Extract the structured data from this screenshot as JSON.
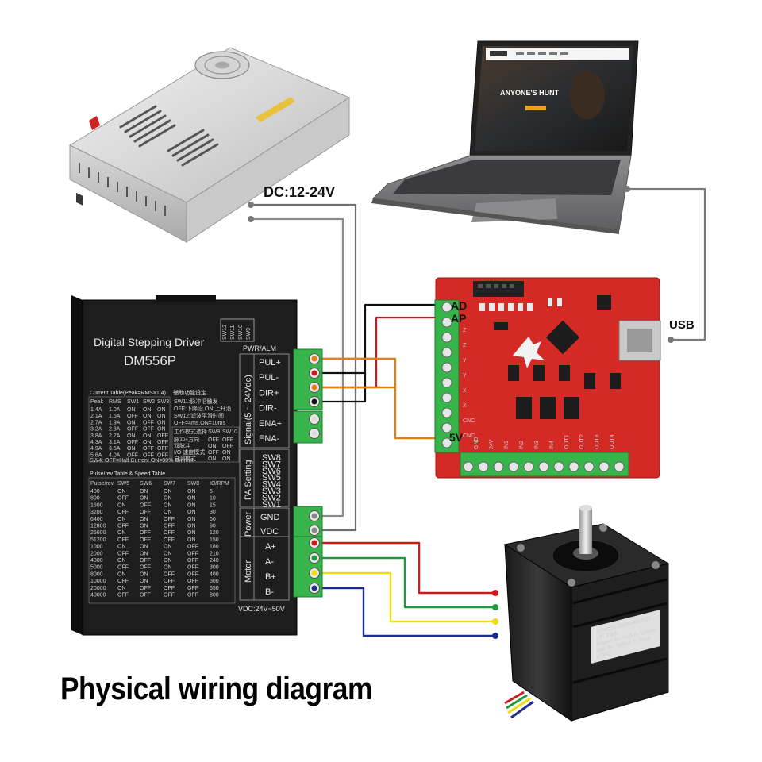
{
  "labels": {
    "dc_supply": "DC:12-24V",
    "usb": "USB",
    "title": "Physical wiring diagram",
    "ad": "AD",
    "ap": "AP",
    "fivev": "5V"
  },
  "driver": {
    "name": "Digital Stepping Driver",
    "model": "DM556P",
    "pwr_alm": "PWR/ALM",
    "signal_group": "Signal(5 ~ 24Vdc)",
    "signal_pins": [
      "PUL+",
      "PUL-",
      "DIR+",
      "DIR-",
      "ENA+",
      "ENA-"
    ],
    "pa_group": "PA Setting",
    "pa_switches": [
      "SW8",
      "SW7",
      "SW6",
      "SW5",
      "SW4",
      "SW3",
      "SW2",
      "SW1"
    ],
    "power_group": "Power",
    "power_pins": [
      "GND",
      "VDC"
    ],
    "motor_group": "Motor",
    "motor_pins": [
      "A+",
      "A-",
      "B+",
      "B-"
    ],
    "vdc_range": "VDC:24V~50V",
    "top_switches": [
      "SW12",
      "SW11",
      "SW10",
      "SW9"
    ],
    "current_table_title": "Current Table(Peak=RMS×1.4)",
    "current_table_headers": [
      "Peak",
      "RMS",
      "SW1",
      "SW2",
      "SW3"
    ],
    "current_table_rows": [
      [
        "1.4A",
        "1.0A",
        "ON",
        "ON",
        "ON"
      ],
      [
        "2.1A",
        "1.5A",
        "OFF",
        "ON",
        "ON"
      ],
      [
        "2.7A",
        "1.9A",
        "ON",
        "OFF",
        "ON"
      ],
      [
        "3.2A",
        "2.3A",
        "OFF",
        "OFF",
        "ON"
      ],
      [
        "3.8A",
        "2.7A",
        "ON",
        "ON",
        "OFF"
      ],
      [
        "4.3A",
        "3.1A",
        "OFF",
        "ON",
        "OFF"
      ],
      [
        "4.9A",
        "3.5A",
        "ON",
        "OFF",
        "OFF"
      ],
      [
        "5.6A",
        "4.0A",
        "OFF",
        "OFF",
        "OFF"
      ]
    ],
    "current_note": "SW4: OFF=Half Current      ON=90% Current",
    "aux_title": "辅助功能设定",
    "aux_lines": [
      "SW11:脉冲沿触发",
      "OFF:下降沿,ON:上升沿",
      "SW12:滤波平滑时间",
      "OFF=4ms,ON=10ms"
    ],
    "mode_headers": [
      "工作模式选择",
      "SW9",
      "SW10"
    ],
    "mode_rows": [
      [
        "脉冲+方向",
        "OFF",
        "OFF"
      ],
      [
        "双脉冲",
        "ON",
        "OFF"
      ],
      [
        "I/O 速度模式",
        "OFF",
        "ON"
      ],
      [
        "自测模式",
        "ON",
        "ON"
      ]
    ],
    "pulse_table_title": "Pulse/rev Table & Speed Table",
    "pulse_table_headers": [
      "Pulse/rev",
      "SW5",
      "SW6",
      "SW7",
      "SW8",
      "IO/RPM"
    ],
    "pulse_table_rows": [
      [
        "400",
        "ON",
        "ON",
        "ON",
        "ON",
        "5"
      ],
      [
        "800",
        "OFF",
        "ON",
        "ON",
        "ON",
        "10"
      ],
      [
        "1600",
        "ON",
        "OFF",
        "ON",
        "ON",
        "15"
      ],
      [
        "3200",
        "OFF",
        "OFF",
        "ON",
        "ON",
        "30"
      ],
      [
        "6400",
        "ON",
        "ON",
        "OFF",
        "ON",
        "60"
      ],
      [
        "12800",
        "OFF",
        "ON",
        "OFF",
        "ON",
        "90"
      ],
      [
        "25600",
        "ON",
        "OFF",
        "OFF",
        "ON",
        "120"
      ],
      [
        "51200",
        "OFF",
        "OFF",
        "OFF",
        "ON",
        "150"
      ],
      [
        "1000",
        "ON",
        "ON",
        "ON",
        "OFF",
        "180"
      ],
      [
        "2000",
        "OFF",
        "ON",
        "ON",
        "OFF",
        "210"
      ],
      [
        "4000",
        "ON",
        "OFF",
        "ON",
        "OFF",
        "240"
      ],
      [
        "5000",
        "OFF",
        "OFF",
        "ON",
        "OFF",
        "300"
      ],
      [
        "8000",
        "ON",
        "ON",
        "OFF",
        "OFF",
        "400"
      ],
      [
        "10000",
        "OFF",
        "ON",
        "OFF",
        "OFF",
        "500"
      ],
      [
        "20000",
        "ON",
        "OFF",
        "OFF",
        "OFF",
        "650"
      ],
      [
        "40000",
        "OFF",
        "OFF",
        "OFF",
        "OFF",
        "800"
      ]
    ]
  },
  "board": {
    "bottom_pins": [
      "GND",
      "24V",
      "IN1",
      "IN2",
      "IN3",
      "IN4",
      "OUT1",
      "OUT2",
      "OUT3",
      "OUT4"
    ],
    "left_pins": [
      "Z",
      "Z",
      "Y",
      "Y",
      "X",
      "X",
      "CNC",
      "CNC"
    ]
  },
  "laptop": {
    "headline": "ANYONE'S HUNT"
  },
  "motor": {
    "label_lines": [
      "57HS56-2804A08-D25",
      "LP: 2.8A",
      "Power: A+ Red   A- Green",
      "coil: B+ Yellow  B- Blue",
      "HTNC"
    ]
  },
  "wire_colors": {
    "black": "#111111",
    "gray": "#7a7a7a",
    "red": "#d01818",
    "orange": "#e87d10",
    "green": "#1e9a3c",
    "yellow": "#f2dc0c",
    "blue": "#1f2d8f",
    "board_red": "#d42a26",
    "terminal_green": "#37b44a"
  }
}
